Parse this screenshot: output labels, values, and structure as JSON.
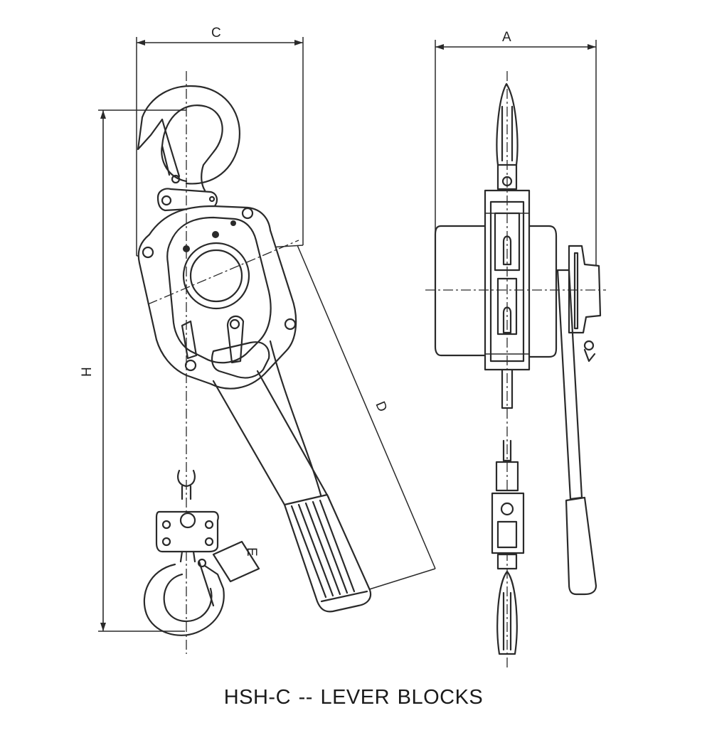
{
  "title": "HSH-C  --  LEVER BLOCKS",
  "dimension_labels": {
    "a": "A",
    "c": "C",
    "d": "D",
    "e": "E",
    "h": "H"
  }
}
